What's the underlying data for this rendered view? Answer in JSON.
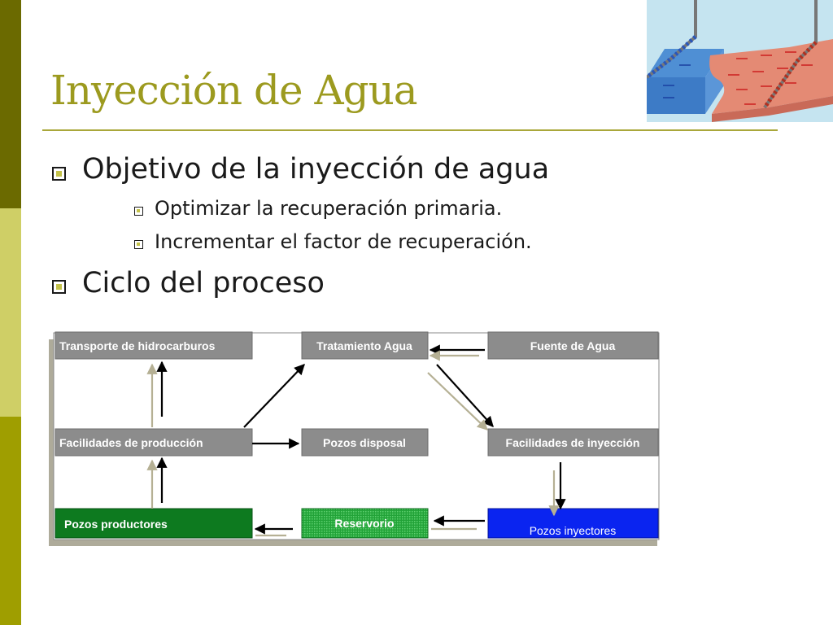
{
  "slide": {
    "title": "Inyección de Agua",
    "bullets": [
      {
        "text": "Objetivo de la inyección de agua",
        "subbullets": [
          "Optimizar la recuperación primaria.",
          "Incrementar el factor de recuperación."
        ]
      },
      {
        "text": "Ciclo del proceso"
      }
    ]
  },
  "diagram": {
    "nodes": {
      "transporte": "Transporte de hidrocarburos",
      "tratamiento": "Tratamiento Agua",
      "fuente": "Fuente de Agua",
      "facilidades_produccion": "Facilidades de producción",
      "pozos_disposal": "Pozos disposal",
      "facilidades_inyeccion": "Facilidades de inyección",
      "pozos_productores": "Pozos productores",
      "reservorio": "Reservorio",
      "pozos_inyectores": "Pozos inyectores"
    },
    "colors": {
      "box_gray": "#8c8c8c",
      "productores_green": "#0d7a1f",
      "reservorio_green": "#22a338",
      "inyectores_blue": "#0a24f0",
      "arrow_black": "#000000",
      "arrow_khaki": "#b5b094"
    }
  }
}
